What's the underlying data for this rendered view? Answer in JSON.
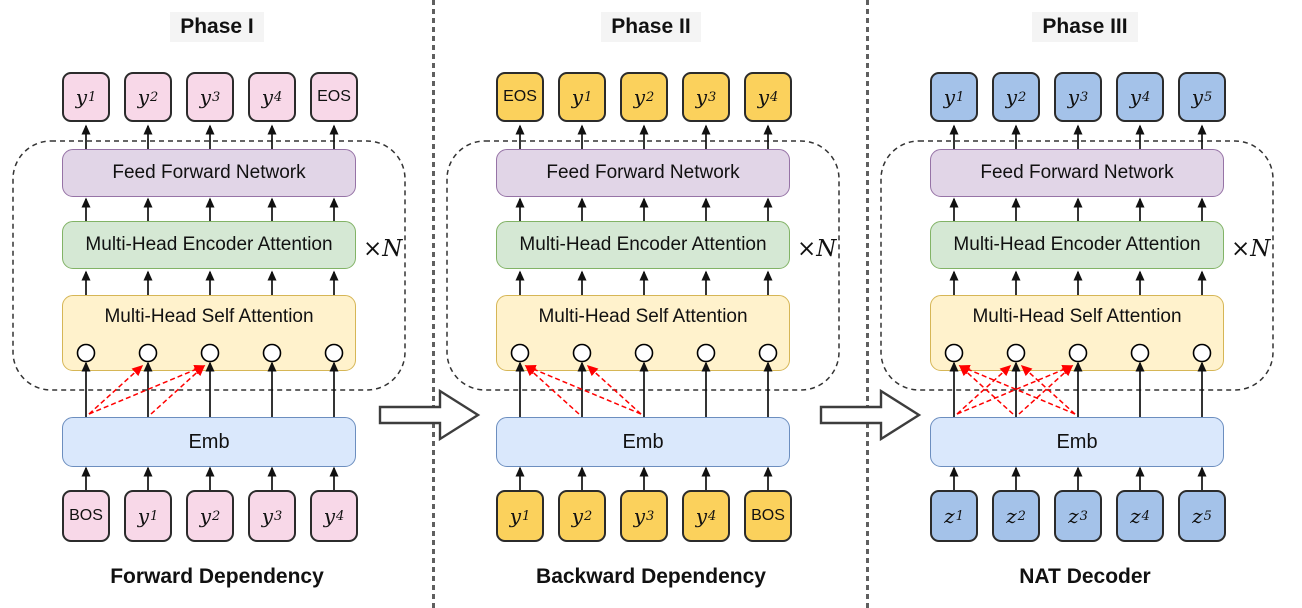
{
  "figure": {
    "description": "Three-phase training diagram of a transformer decoder: forward dependency, backward dependency, and NAT decoder",
    "columns": 5
  },
  "colors": {
    "canvas_bg": "#FFFFFF",
    "title_bg": "#F4F4F4",
    "separator_gray": "#5F5F5F",
    "token_border": "#2B2B2B",
    "pink_token": "#F8D8E8",
    "yellow_token": "#FBD15C",
    "blue_token": "#A4C2E9",
    "ffn_fill": "#E1D5E7",
    "ffn_border": "#9673A6",
    "enc_fill": "#D5E8D4",
    "enc_border": "#82B366",
    "sa_fill": "#FFF2CC",
    "sa_border": "#D6B656",
    "emb_fill": "#DAE8FC",
    "emb_border": "#6C8EBF",
    "dashed_box_border": "#333333",
    "arrow_black": "#111111",
    "arrow_red": "#FF0000",
    "transition_arrow_stroke": "#3D3D3D",
    "circle_fill": "#FFFFFF",
    "circle_border": "#000000"
  },
  "panels": [
    {
      "title": "Phase I",
      "caption": "Forward Dependency",
      "xn_label": "×N",
      "token_fill": "#F8D8E8",
      "output_tokens": [
        {
          "label": "y",
          "sub": "1"
        },
        {
          "label": "y",
          "sub": "2"
        },
        {
          "label": "y",
          "sub": "3"
        },
        {
          "label": "y",
          "sub": "4"
        },
        {
          "label": "EOS",
          "sub": ""
        }
      ],
      "input_tokens": [
        {
          "label": "BOS",
          "sub": ""
        },
        {
          "label": "y",
          "sub": "1"
        },
        {
          "label": "y",
          "sub": "2"
        },
        {
          "label": "y",
          "sub": "3"
        },
        {
          "label": "y",
          "sub": "4"
        }
      ],
      "blocks": {
        "ffn": "Feed Forward Network",
        "enc": "Multi-Head Encoder Attention",
        "sa": "Multi-Head Self Attention",
        "emb": "Emb"
      },
      "red_dependency_arrows": [
        [
          1,
          2
        ],
        [
          1,
          3
        ],
        [
          2,
          3
        ]
      ]
    },
    {
      "title": "Phase II",
      "caption": "Backward Dependency",
      "xn_label": "×N",
      "token_fill": "#FBD15C",
      "output_tokens": [
        {
          "label": "EOS",
          "sub": ""
        },
        {
          "label": "y",
          "sub": "1"
        },
        {
          "label": "y",
          "sub": "2"
        },
        {
          "label": "y",
          "sub": "3"
        },
        {
          "label": "y",
          "sub": "4"
        }
      ],
      "input_tokens": [
        {
          "label": "y",
          "sub": "1"
        },
        {
          "label": "y",
          "sub": "2"
        },
        {
          "label": "y",
          "sub": "3"
        },
        {
          "label": "y",
          "sub": "4"
        },
        {
          "label": "BOS",
          "sub": ""
        }
      ],
      "blocks": {
        "ffn": "Feed Forward Network",
        "enc": "Multi-Head Encoder Attention",
        "sa": "Multi-Head Self Attention",
        "emb": "Emb"
      },
      "red_dependency_arrows": [
        [
          2,
          1
        ],
        [
          3,
          1
        ],
        [
          3,
          2
        ]
      ]
    },
    {
      "title": "Phase III",
      "caption": "NAT Decoder",
      "xn_label": "×N",
      "token_fill": "#A4C2E9",
      "output_tokens": [
        {
          "label": "y",
          "sub": "1"
        },
        {
          "label": "y",
          "sub": "2"
        },
        {
          "label": "y",
          "sub": "3"
        },
        {
          "label": "y",
          "sub": "4"
        },
        {
          "label": "y",
          "sub": "5"
        }
      ],
      "input_tokens": [
        {
          "label": "z",
          "sub": "1"
        },
        {
          "label": "z",
          "sub": "2"
        },
        {
          "label": "z",
          "sub": "3"
        },
        {
          "label": "z",
          "sub": "4"
        },
        {
          "label": "z",
          "sub": "5"
        }
      ],
      "blocks": {
        "ffn": "Feed Forward Network",
        "enc": "Multi-Head Encoder Attention",
        "sa": "Multi-Head Self Attention",
        "emb": "Emb"
      },
      "red_dependency_arrows": [
        [
          1,
          2
        ],
        [
          1,
          3
        ],
        [
          2,
          1
        ],
        [
          2,
          3
        ],
        [
          3,
          1
        ],
        [
          3,
          2
        ]
      ]
    }
  ]
}
